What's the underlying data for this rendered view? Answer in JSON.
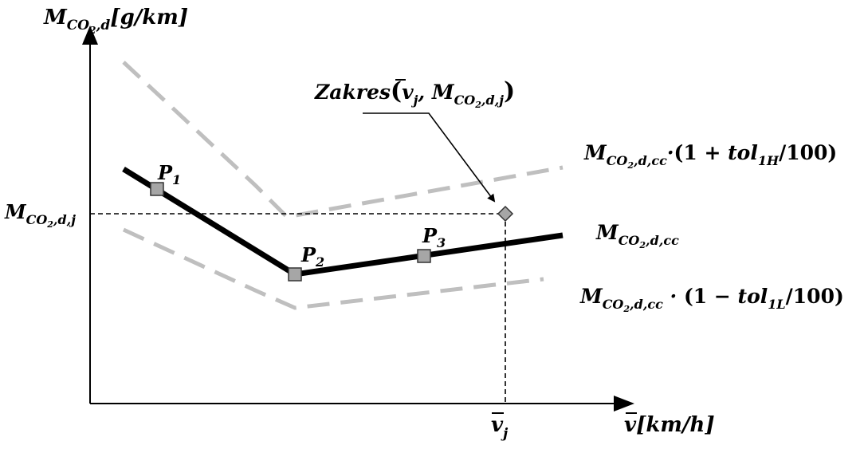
{
  "labels": {
    "y_axis": {
      "main": "M",
      "sub": "CO",
      "sub2": "2",
      "sub3": ",d",
      "tail": "[g/km]"
    },
    "x_axis": {
      "main": "v",
      "tail": "[km/h]"
    },
    "v_j": {
      "main": "v",
      "sub": "j"
    },
    "m_j": {
      "main": "M",
      "sub": "CO",
      "sub2": "2",
      "sub3": ",d,j"
    },
    "p1": {
      "main": "P",
      "sub": "1"
    },
    "p2": {
      "main": "P",
      "sub": "2"
    },
    "p3": {
      "main": "P",
      "sub": "3"
    },
    "zakres": {
      "word": "Zakres",
      "open": "(",
      "v": "v",
      "vsub": "j",
      "comma": ", ",
      "m": "M",
      "msub": "CO",
      "msub2": "2",
      "msub3": ",d,j",
      "close": ")"
    },
    "upper": {
      "m": "M",
      "sub": "CO",
      "sub2": "2",
      "sub3": ",d,cc",
      "dot": "·",
      "expr_a": "(1 + ",
      "tol": "tol",
      "tolsub": "1H",
      "expr_b": "/100)"
    },
    "center": {
      "m": "M",
      "sub": "CO",
      "sub2": "2",
      "sub3": ",d,cc"
    },
    "lower": {
      "m": "M",
      "sub": "CO",
      "sub2": "2",
      "sub3": ",d,cc",
      "dot": " · ",
      "expr_a": "(1 − ",
      "tol": "tol",
      "tolsub": "1L",
      "expr_b": "/100)"
    }
  },
  "colors": {
    "main_line": "#000000",
    "tolerance_band": "#bfbfbf",
    "point_fill": "#a6a6a6"
  },
  "icons": {
    "axis_arrow": "arrow-head",
    "data_point": "square-marker",
    "target_point": "diamond-marker"
  }
}
